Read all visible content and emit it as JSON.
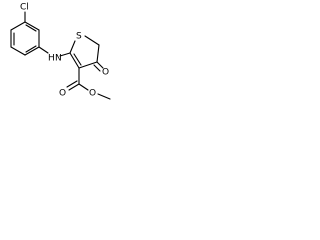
{
  "molecule": {
    "atoms": {
      "chlorine": "Cl",
      "amine_nitrogen": "N",
      "amine_hydrogen": "H",
      "ring_sulfur": "S",
      "ketone_oxygen": "O",
      "ester_carbonyl_oxygen": "O",
      "ester_ether_oxygen": "O"
    },
    "colors": {
      "bond": "#000000",
      "label": "#000000",
      "background": "#ffffff"
    }
  }
}
